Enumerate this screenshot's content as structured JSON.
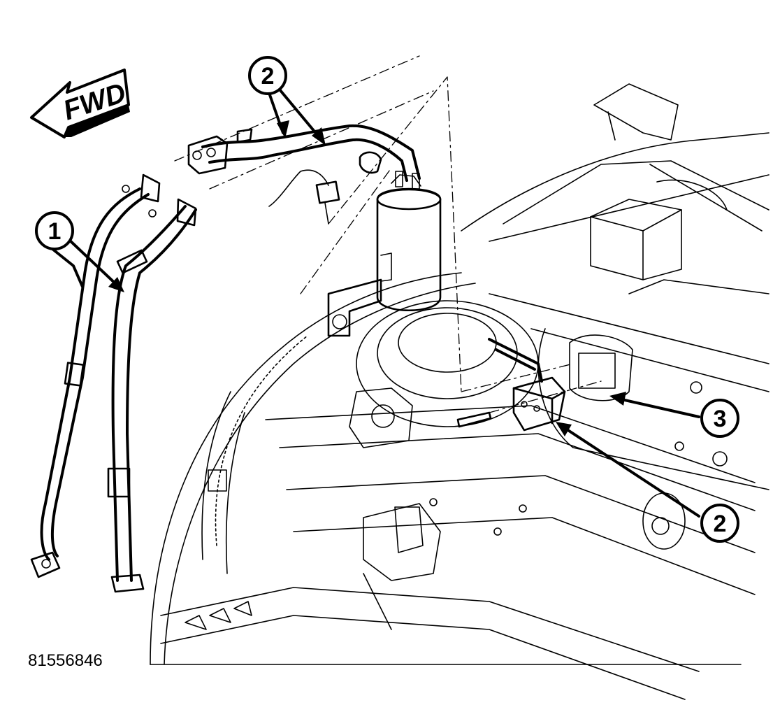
{
  "direction_arrow": {
    "label": "FWD"
  },
  "callouts": [
    {
      "number": "1"
    },
    {
      "number": "2"
    },
    {
      "number": "3"
    },
    {
      "number": "2"
    }
  ],
  "figure_id": "81556846"
}
